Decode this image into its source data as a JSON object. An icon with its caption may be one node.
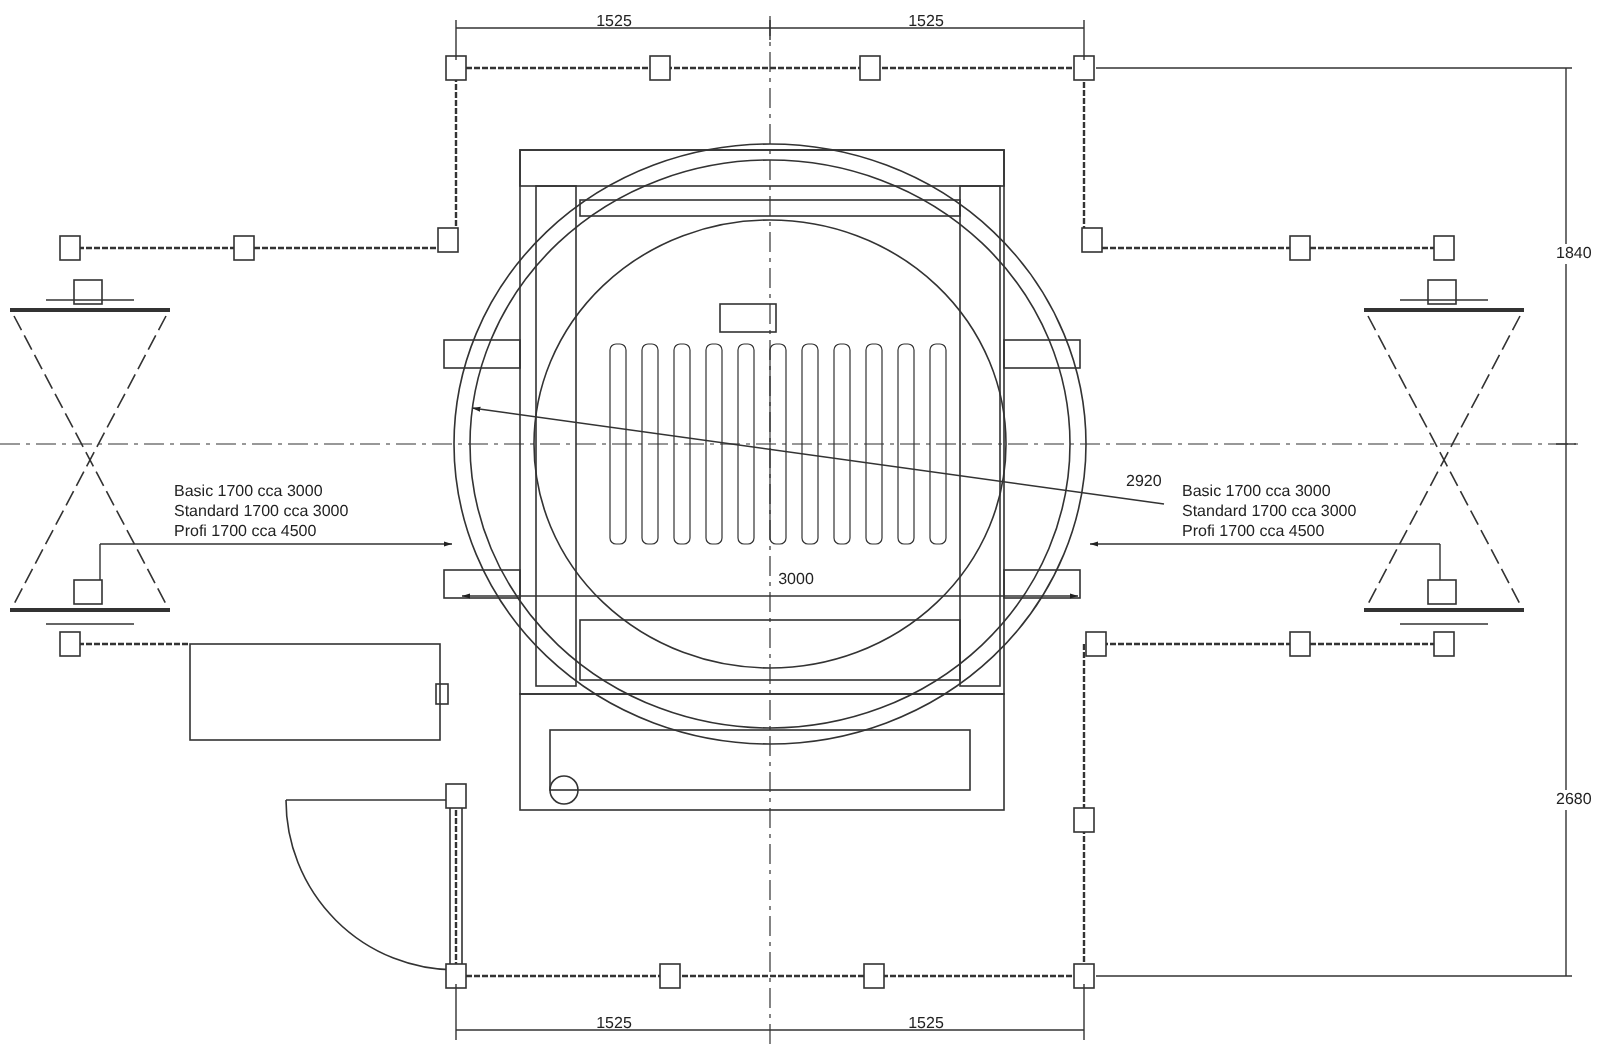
{
  "diagram": {
    "labels": [
      "1525",
      "1525",
      "1840",
      "Basic 1700 cca 3000",
      "Standard 1700 cca 3000",
      "Profi 1700 cca 4500",
      "Basic 1700 cca 3000",
      "Standard 1700 cca 3000",
      "Profi 1700 cca 4500",
      "2920",
      "3000",
      "2680",
      "1525",
      "1525"
    ]
  }
}
